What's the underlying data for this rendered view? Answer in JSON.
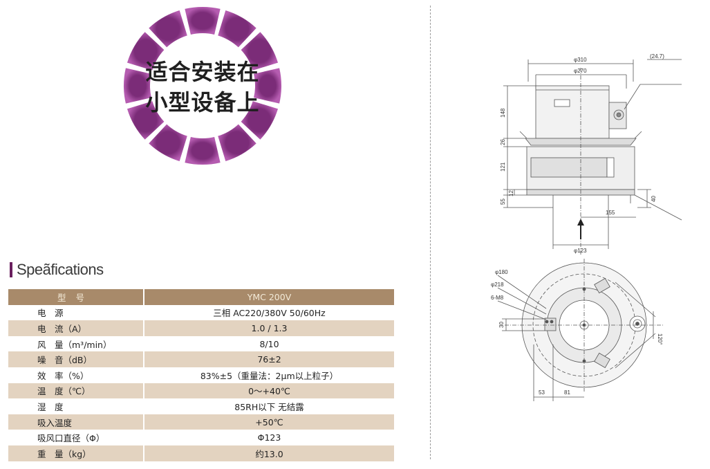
{
  "badge": {
    "line1": "适合安装在",
    "line2": "小型设备上",
    "color": "#9b3f93"
  },
  "specs": {
    "heading": "Speãfications",
    "header": {
      "label": "型号",
      "value": "YMC 200V"
    },
    "rows": [
      {
        "label": "电　源",
        "value": "三相  AC220/380V  50/60Hz"
      },
      {
        "label": "电　流（A）",
        "value": "1.0 / 1.3"
      },
      {
        "label": "风　量（m³/min）",
        "value": "8/10"
      },
      {
        "label": "噪　音（dB）",
        "value": "76±2"
      },
      {
        "label": "效　率（%）",
        "value": "83%±5（重量法：2μm以上粒子）"
      },
      {
        "label": "温　度（℃）",
        "value": "0～+40℃"
      },
      {
        "label": "湿　度",
        "value": "85RH以下  无结露"
      },
      {
        "label": "吸入温度",
        "value": "+50℃"
      },
      {
        "label": "吸风口直径（Φ）",
        "value": "Φ123"
      },
      {
        "label": "重　量（kg）",
        "value": "约13.0"
      }
    ]
  },
  "drawing": {
    "side": {
      "d310": "φ310",
      "d270": "φ270",
      "d247": "(24.7)",
      "h148": "148",
      "h26": "26",
      "h121": "121",
      "h12": "12",
      "h55": "55",
      "h40": "40",
      "w155": "155",
      "d123": "φ123"
    },
    "top": {
      "d180": "φ180",
      "d218": "φ218",
      "m8": "6-M8",
      "h30": "30",
      "a120": "120°",
      "w53": "53",
      "w81": "81"
    }
  }
}
